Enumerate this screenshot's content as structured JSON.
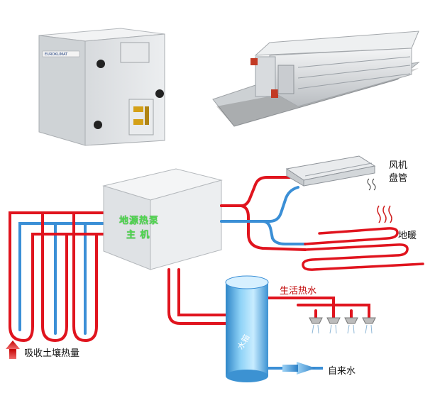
{
  "diagram": {
    "heat_pump_label_line1": "地源热泵",
    "heat_pump_label_line2": "主  机",
    "fan_coil_label_line1": "风机",
    "fan_coil_label_line2": "盘管",
    "floor_heating_label": "地暖",
    "domestic_hot_water_label": "生活热水",
    "water_tank_label": "水箱",
    "tap_water_label": "自来水",
    "ground_heat_label": "吸收土壤热量",
    "unit_brand": "EUROKLIMAT"
  },
  "colors": {
    "hot_pipe": "#e0141e",
    "cold_pipe": "#3b8fd6",
    "cabinet": "#e2e5e8",
    "tank": "#5cb6ec"
  }
}
